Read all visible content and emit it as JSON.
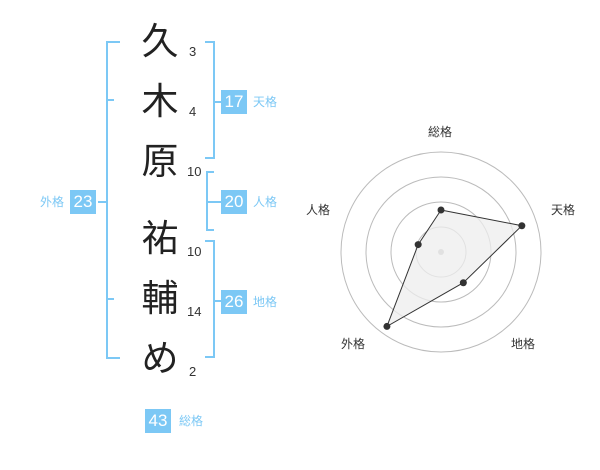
{
  "colors": {
    "accent": "#7cc8f5",
    "line": "#333333",
    "ring": "#bbbbbb",
    "fill": "#eeeeee"
  },
  "name_chars": [
    {
      "char": "久",
      "strokes": "3"
    },
    {
      "char": "木",
      "strokes": "4"
    },
    {
      "char": "原",
      "strokes": "10"
    },
    {
      "char": "祐",
      "strokes": "10"
    },
    {
      "char": "輔",
      "strokes": "14"
    },
    {
      "char": "め",
      "strokes": "2"
    }
  ],
  "fortunes": {
    "tenkaku": {
      "value": "17",
      "label": "天格"
    },
    "jinkaku": {
      "value": "20",
      "label": "人格"
    },
    "chikaku": {
      "value": "26",
      "label": "地格"
    },
    "gaikaku": {
      "value": "23",
      "label": "外格"
    },
    "soukaku": {
      "value": "43",
      "label": "総格"
    }
  },
  "radar": {
    "axes": [
      "総格",
      "天格",
      "地格",
      "外格",
      "人格"
    ],
    "values": [
      0.42,
      0.85,
      0.38,
      0.92,
      0.24
    ]
  }
}
